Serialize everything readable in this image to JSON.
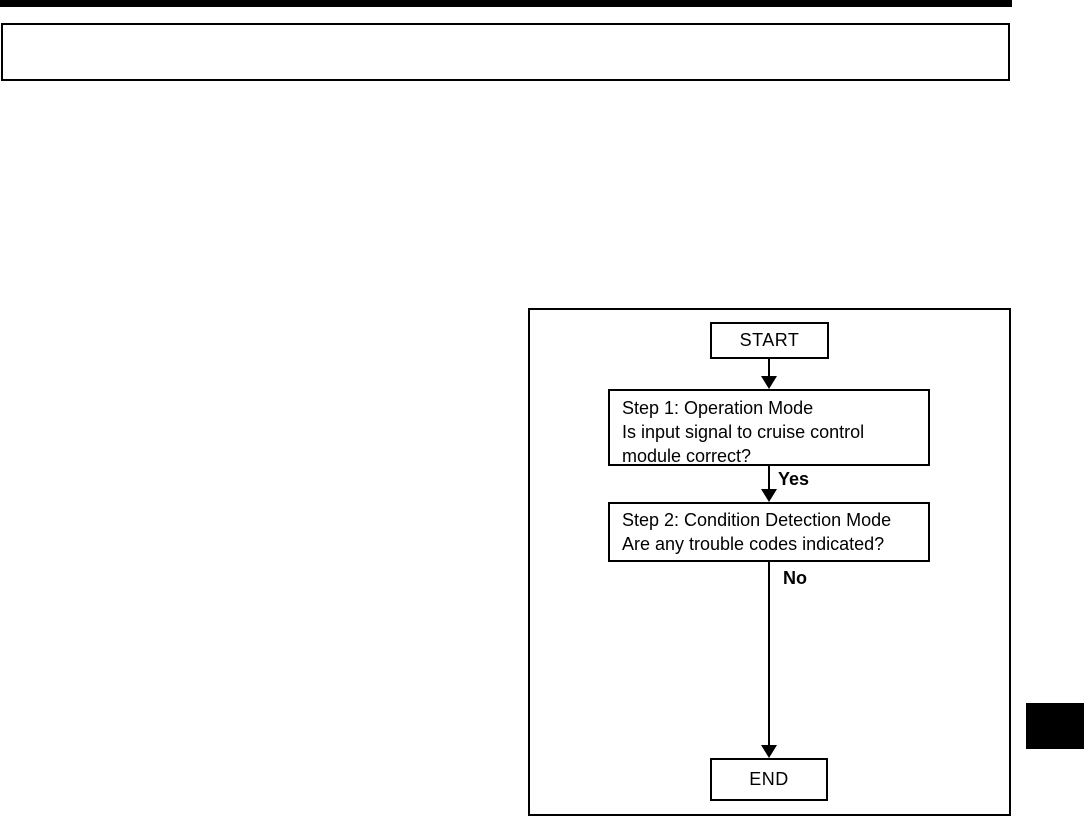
{
  "colors": {
    "ink": "#000000",
    "paper": "#ffffff"
  },
  "header": {
    "text": ""
  },
  "flowchart": {
    "start_label": "START",
    "step1_lines": [
      "Step 1: Operation Mode",
      "Is input signal to cruise control",
      "module correct?"
    ],
    "yes_label": "Yes",
    "step2_lines": [
      "Step 2: Condition Detection Mode",
      "Are any trouble codes indicated?"
    ],
    "no_label": "No",
    "end_label": "END"
  }
}
